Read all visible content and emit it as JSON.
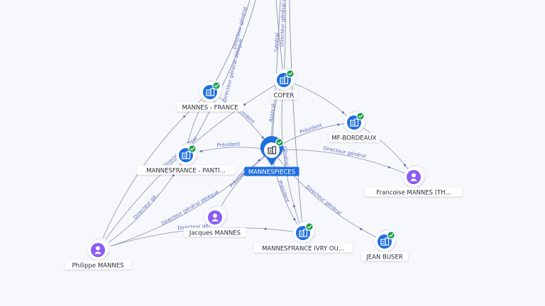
{
  "colors": {
    "company": "#1f6fdd",
    "person": "#8b5cf6",
    "badge": "#1a9e4b",
    "edge": "#8a92a8",
    "edge_label": "#5b6bc0",
    "center_label_bg": "#1f6fdd"
  },
  "nodes": [
    {
      "id": "cofer",
      "label": "COFER",
      "kind": "company",
      "icon": "building-icon",
      "verified": true
    },
    {
      "id": "mannes_france",
      "label": "MANNES - FRANCE",
      "kind": "company",
      "icon": "building-icon",
      "verified": true
    },
    {
      "id": "mf_bordeaux",
      "label": "MF-BORDEAUX",
      "kind": "company",
      "icon": "building-icon",
      "verified": true
    },
    {
      "id": "mannesfrance_panti",
      "label": "MANNESFRANCE - PANTI...",
      "kind": "company",
      "icon": "building-icon",
      "verified": true
    },
    {
      "id": "mannespieces",
      "label": "MANNESPIECES",
      "kind": "center",
      "icon": "building-icon",
      "verified": true
    },
    {
      "id": "francoise",
      "label": "Francoise MANNES (TH...",
      "kind": "person",
      "icon": "person-icon",
      "verified": false
    },
    {
      "id": "jacques",
      "label": "Jacques MANNES",
      "kind": "person",
      "icon": "person-icon",
      "verified": false
    },
    {
      "id": "mannesfrance_ivry",
      "label": "MANNESFRANCE IVRY OU...",
      "kind": "company",
      "icon": "building-icon",
      "verified": true
    },
    {
      "id": "jean_buser",
      "label": "JEAN BUSER",
      "kind": "company",
      "icon": "building-icon",
      "verified": true
    },
    {
      "id": "philippe",
      "label": "Philippe MANNES",
      "kind": "person",
      "icon": "person-icon",
      "verified": false
    }
  ],
  "edges": [
    {
      "from": "philippe",
      "to": "mannes_france",
      "label": ""
    },
    {
      "from": "philippe",
      "to": "mannesfrance_panti",
      "label": "Directeur gé..."
    },
    {
      "from": "philippe",
      "to": "cofer",
      "label": "Directeur général"
    },
    {
      "from": "philippe",
      "to": "mannespieces",
      "label": "Directeur général délégué"
    },
    {
      "from": "philippe",
      "to": "mannesfrance_ivry",
      "label": "Directeur général"
    },
    {
      "from": "mannespieces",
      "to": "mannesfrance_panti",
      "label": "Président"
    },
    {
      "from": "mannespieces",
      "to": "mf_bordeaux",
      "label": "Président"
    },
    {
      "from": "mannespieces",
      "to": "mannesfrance_ivry",
      "label": "Président"
    },
    {
      "from": "mannespieces",
      "to": "francoise",
      "label": "Directeur général"
    },
    {
      "from": "mannespieces",
      "to": "jean_buser",
      "label": "Directeur général"
    },
    {
      "from": "mannes_france",
      "to": "mannespieces",
      "label": "Président"
    },
    {
      "from": "cofer",
      "to": "mannespieces",
      "label": "Associé"
    },
    {
      "from": "jacques",
      "to": "mannespieces",
      "label": "Président"
    },
    {
      "from": "cofer",
      "to": "mannesfrance_ivry",
      "label": "Général"
    },
    {
      "from": "cofer",
      "to": "mf_bordeaux",
      "label": ""
    },
    {
      "from": "mannes_france",
      "to": "mannesfrance_panti",
      "label": ""
    },
    {
      "from": "mf_bordeaux",
      "to": "francoise",
      "label": ""
    }
  ],
  "offscreen_labels": [
    "Directeur général",
    "Directeur général délégué",
    "Général",
    "Directeur général délégué"
  ]
}
